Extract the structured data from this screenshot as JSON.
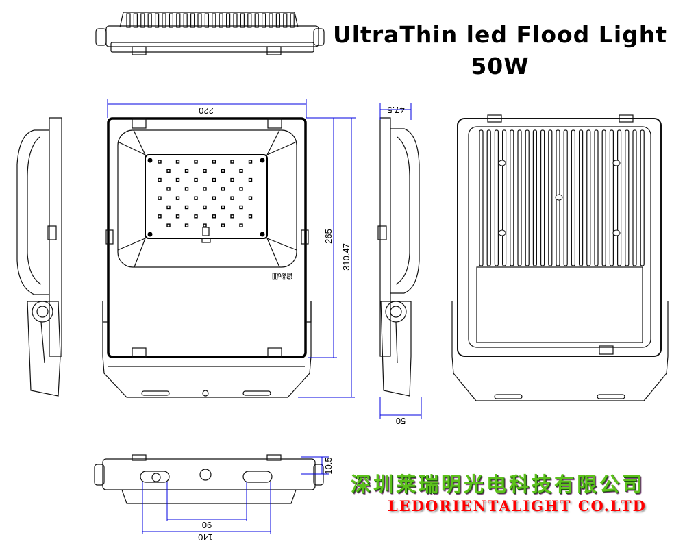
{
  "title": {
    "line1": "UltraThin led Flood Light",
    "line2": "50W"
  },
  "front_view": {
    "marking": "IP65"
  },
  "dimensions": {
    "width": "220",
    "height_body": "265",
    "height_total": "310.47",
    "depth_top": "47.5",
    "depth_total": "50",
    "bracket_height": "10.5",
    "hole_spacing": "90",
    "bracket_width": "140"
  },
  "company": {
    "name_cn": "深圳莱瑞明光电科技有限公司",
    "name_en": "LEDORIENTALIGHT CO.LTD"
  },
  "colors": {
    "dimension_line": "#0000e0",
    "company_cn": "#5cc11c",
    "company_en": "#ff0000"
  }
}
